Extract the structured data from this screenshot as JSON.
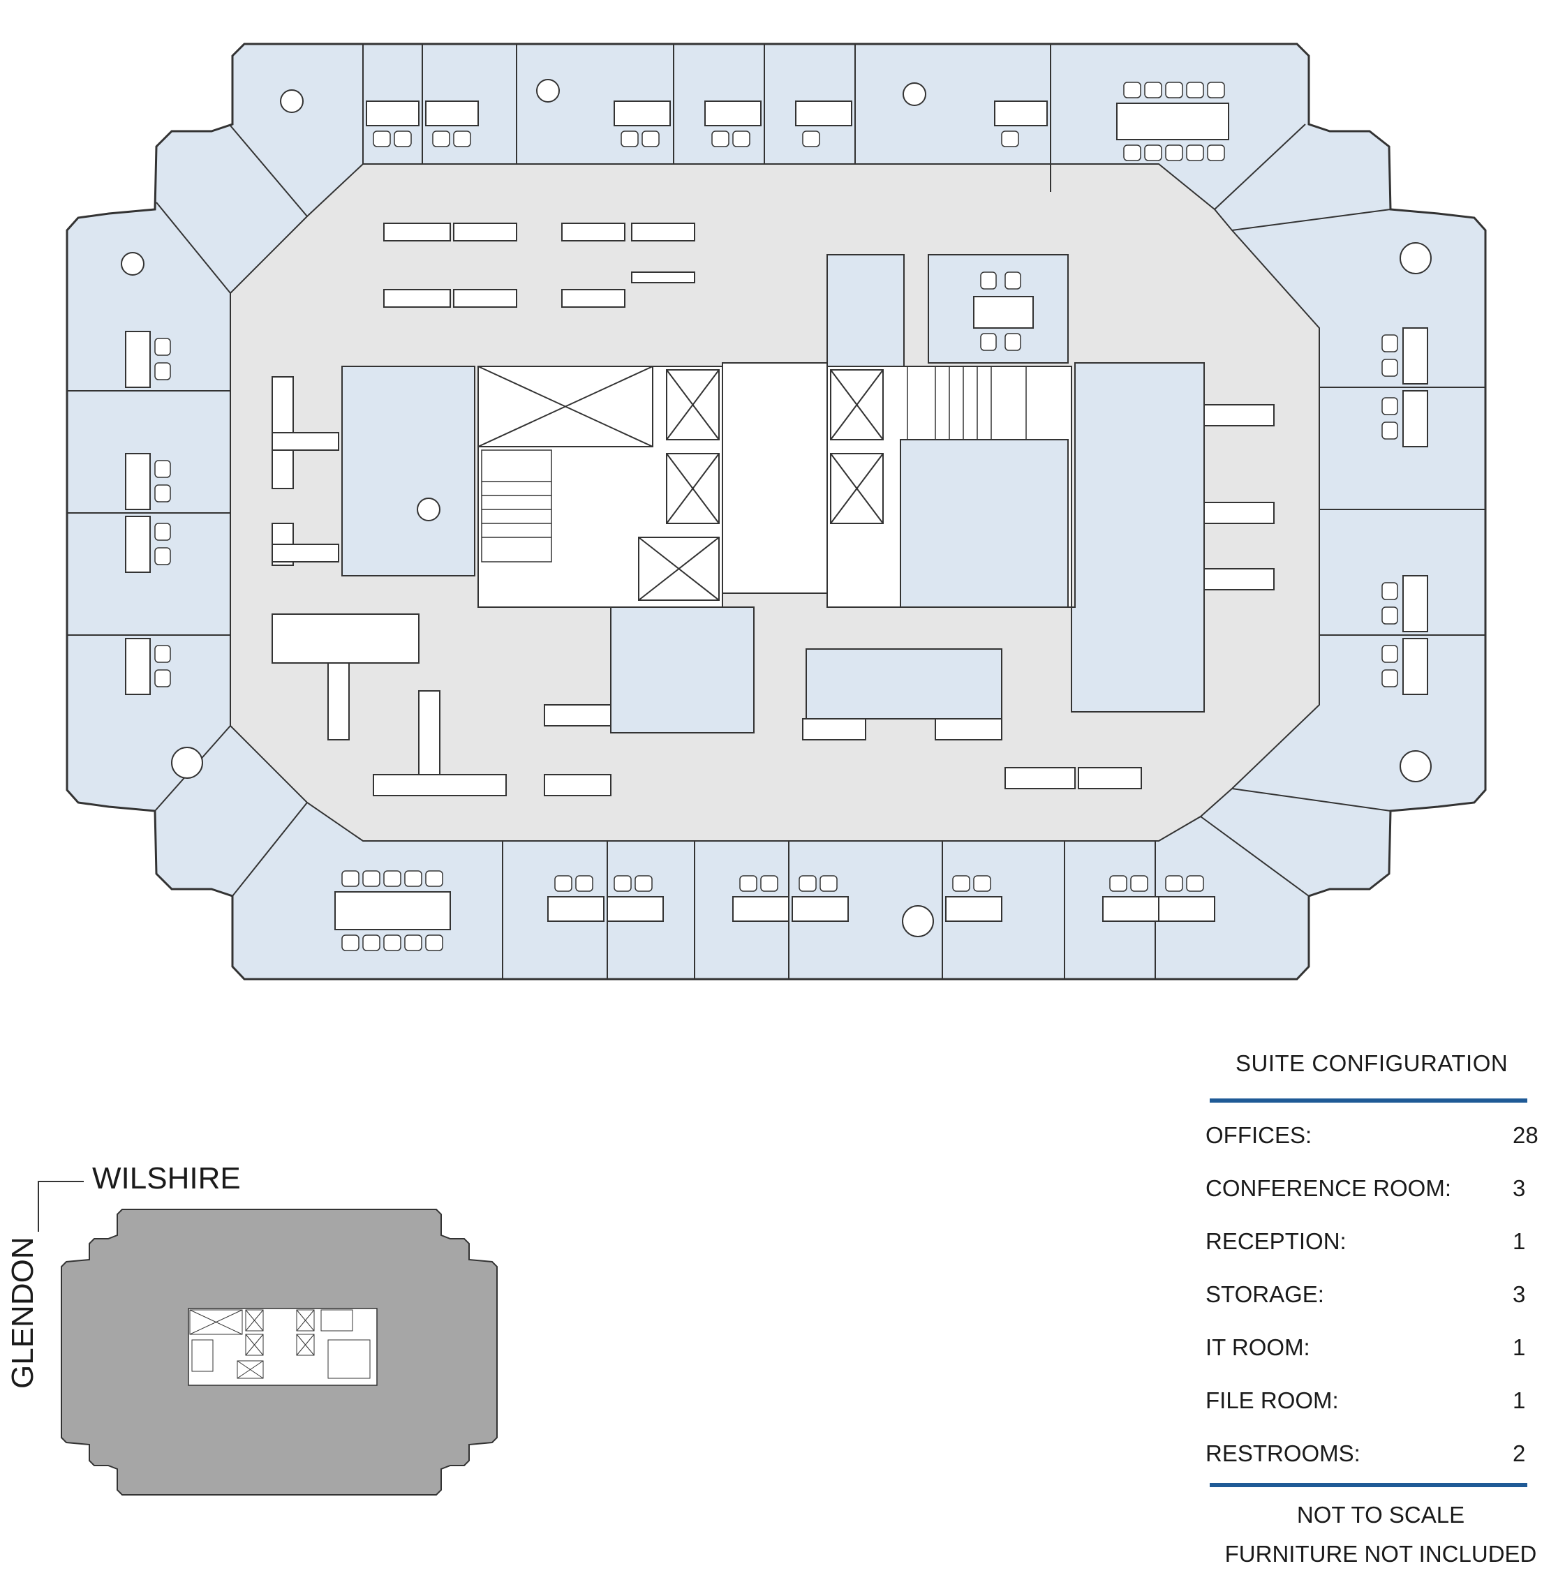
{
  "legend": {
    "title": "SUITE CONFIGURATION",
    "items": [
      {
        "label": "OFFICES:",
        "value": "28"
      },
      {
        "label": "CONFERENCE ROOM:",
        "value": "3"
      },
      {
        "label": "RECEPTION:",
        "value": "1"
      },
      {
        "label": "STORAGE:",
        "value": "3"
      },
      {
        "label": "IT ROOM:",
        "value": "1"
      },
      {
        "label": "FILE ROOM:",
        "value": "1"
      },
      {
        "label": "RESTROOMS:",
        "value": "2"
      }
    ],
    "notes": [
      "NOT TO SCALE",
      "FURNITURE NOT INCLUDED"
    ]
  },
  "key_plan": {
    "street_north": "WILSHIRE",
    "street_west": "GLENDON"
  },
  "colors": {
    "suite_fill": "#dce6f1",
    "corridor_fill": "#e6e6e6",
    "wall_stroke": "#333333",
    "accent_rule": "#1f5a96",
    "key_plan_fill": "#a6a6a6"
  }
}
